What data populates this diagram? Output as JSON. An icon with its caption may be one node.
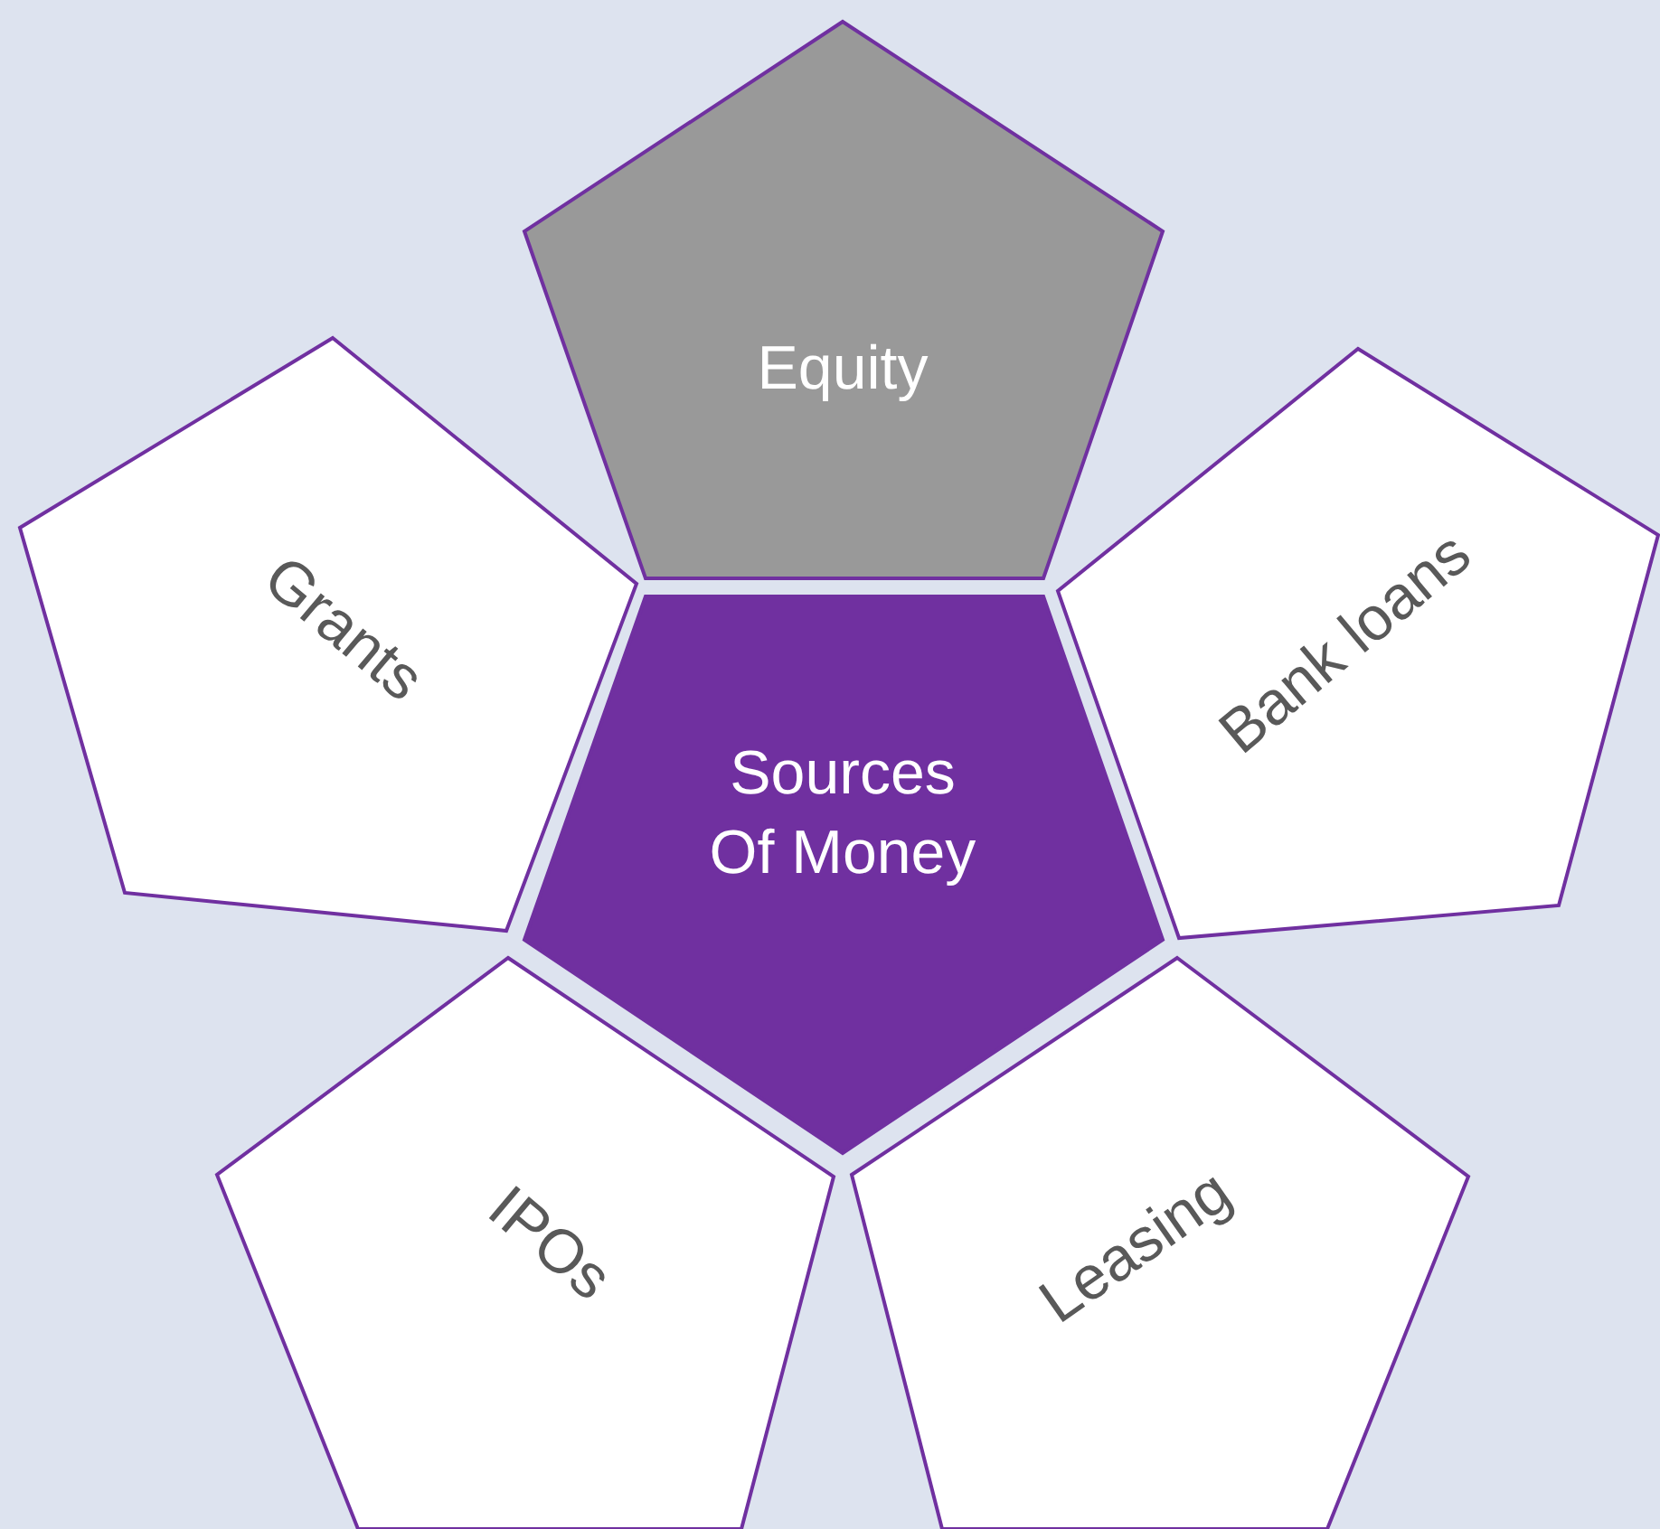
{
  "diagram": {
    "nodes": [
      {
        "text": [
          "Equity"
        ]
      },
      {
        "text": [
          "Grants"
        ]
      },
      {
        "text": [
          "Bank loans"
        ]
      },
      {
        "text": [
          "Sources Of Money"
        ]
      },
      {
        "text": [
          "IPOs"
        ]
      },
      {
        "text": [
          "Leasing"
        ]
      }
    ]
  }
}
